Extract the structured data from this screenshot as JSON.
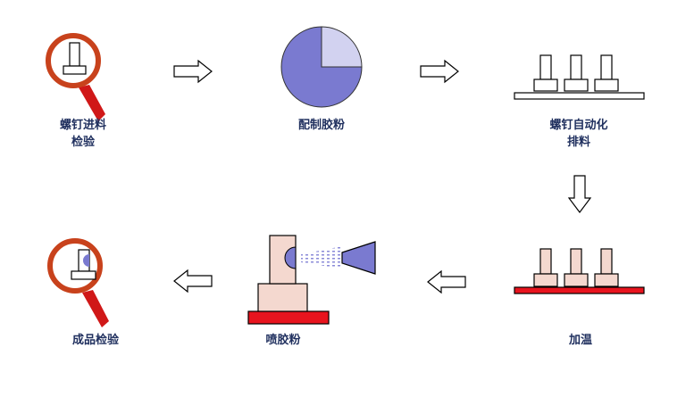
{
  "colors": {
    "outline": "#000000",
    "lens_ring": "#c8421c",
    "handle": "#d01818",
    "screw_fill": "#f4d8cf",
    "powder_fill": "#7a7ad0",
    "powder_light": "#d2d2f0",
    "heated_plate": "#e8141e",
    "label_text": "#1f2f5e",
    "arrow_fill": "#ffffff"
  },
  "icons": {
    "step1": "magnifier-screw-icon",
    "step2": "pie-powder-icon",
    "step3": "screw-rack-icon",
    "step4": "heated-screw-rack-icon",
    "step5": "spray-gun-icon",
    "step6": "magnifier-coated-screw-icon",
    "arrow_right": "arrow-right-icon",
    "arrow_down": "arrow-down-icon",
    "arrow_left": "arrow-left-icon"
  },
  "steps": [
    {
      "lines": [
        "螺钉进料",
        "检验"
      ]
    },
    {
      "lines": [
        "配制胶粉"
      ]
    },
    {
      "lines": [
        "螺钉自动化",
        "排料"
      ]
    },
    {
      "lines": [
        "加温"
      ]
    },
    {
      "lines": [
        "喷胶粉"
      ]
    },
    {
      "lines": [
        "成品检验"
      ]
    }
  ],
  "pie": {
    "highlight_fraction": 0.25
  }
}
